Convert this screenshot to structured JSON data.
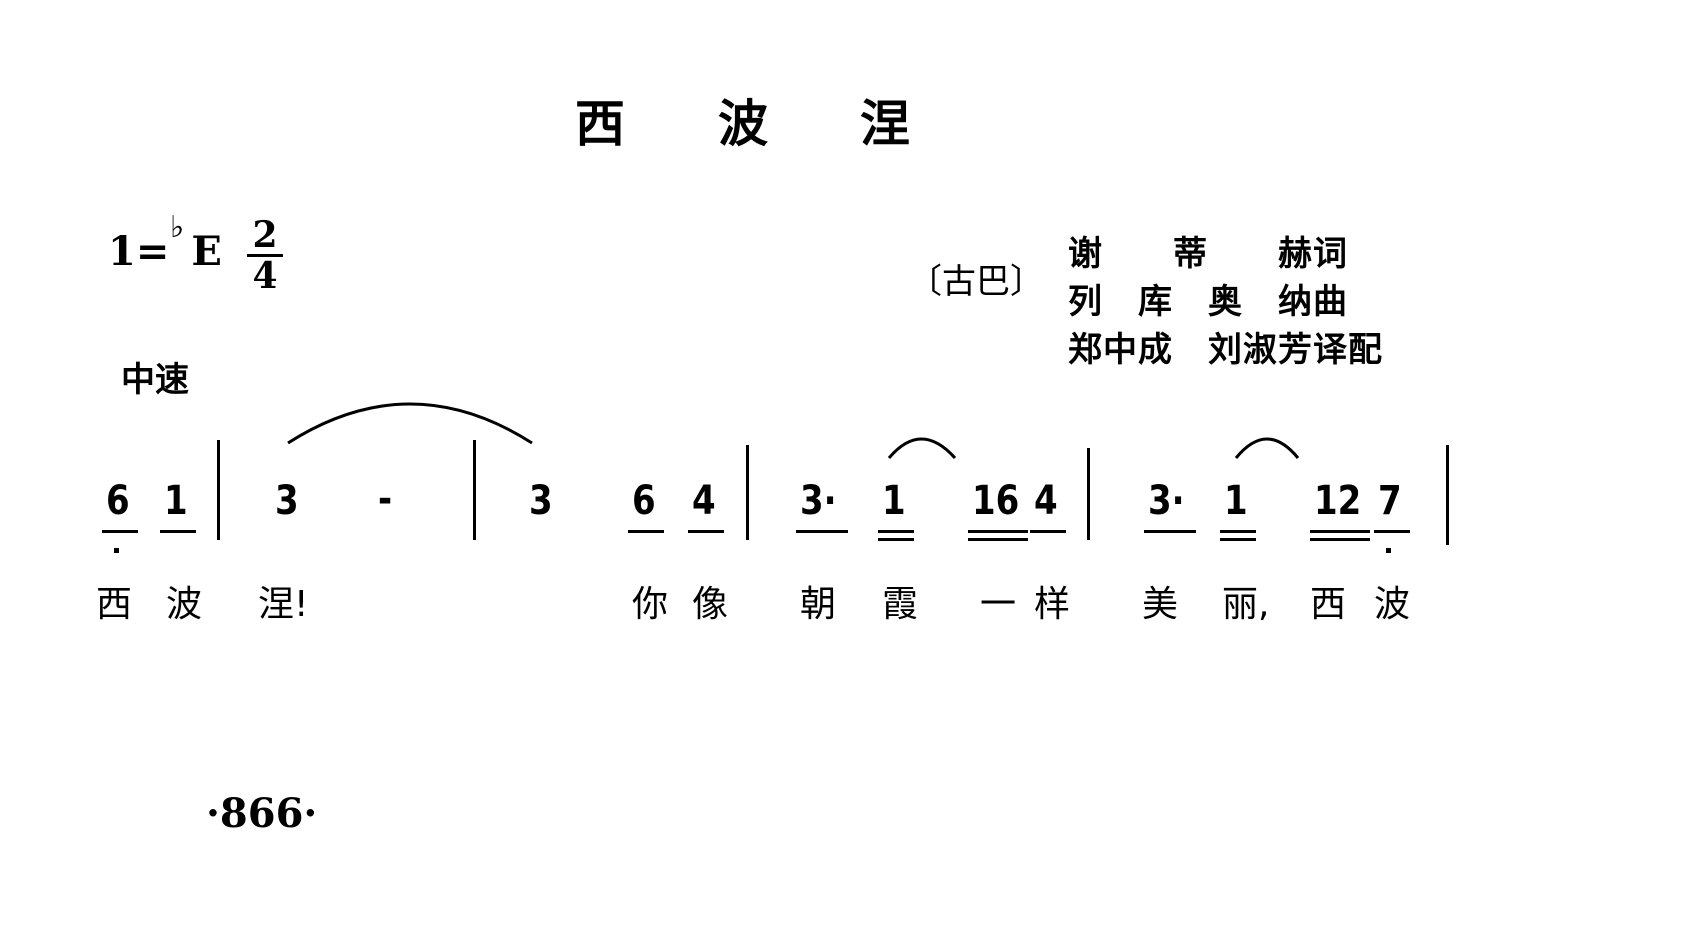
{
  "title": [
    "西",
    "波",
    "涅"
  ],
  "key": {
    "prefix": "1=",
    "flat": "♭",
    "note": "E",
    "time_top": "2",
    "time_bottom": "4"
  },
  "tempo": "中速",
  "instrument": "〔古巴〕",
  "credits": [
    "谢　　蒂　　赫词",
    "列　库　奥　纳曲",
    "郑中成　刘淑芳译配"
  ],
  "notes": [
    {
      "text": "6",
      "underlines": 1,
      "dot_below": true
    },
    {
      "text": "1",
      "underlines": 1
    },
    {
      "text": "3"
    },
    {
      "text": "-"
    },
    {
      "text": "3"
    },
    {
      "text": "6",
      "underlines": 1
    },
    {
      "text": "4",
      "underlines": 1
    },
    {
      "text": "3·",
      "underlines": 1
    },
    {
      "text": "1",
      "underlines": 2
    },
    {
      "text": "16",
      "underlines": 2
    },
    {
      "text": "4",
      "underlines": 1
    },
    {
      "text": "3·",
      "underlines": 1
    },
    {
      "text": "1",
      "underlines": 2
    },
    {
      "text": "12",
      "underlines": 2
    },
    {
      "text": "7",
      "underlines": 1,
      "dot_below": true
    }
  ],
  "lyrics": [
    "西",
    "波",
    "涅!",
    "你",
    "像",
    "朝",
    "霞",
    "一",
    "样",
    "美",
    "丽,",
    "西",
    "波"
  ],
  "page_number": "·866·"
}
